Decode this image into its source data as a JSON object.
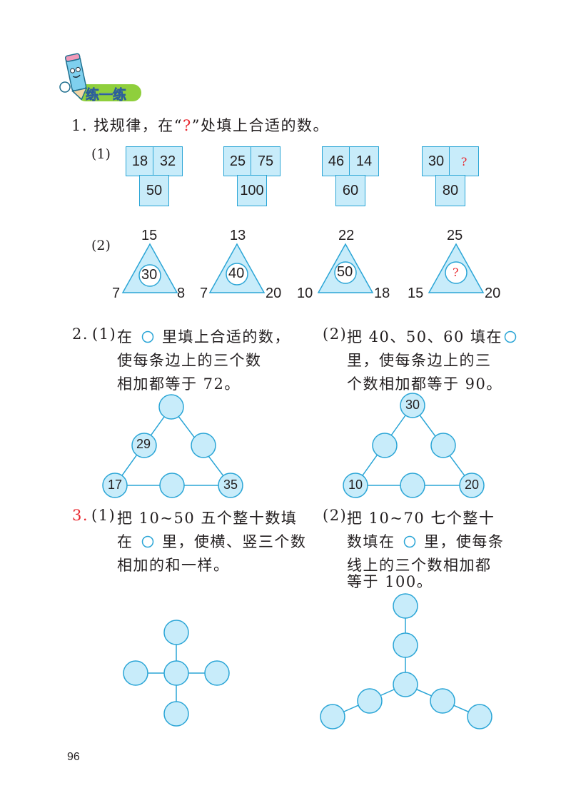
{
  "header": {
    "badge_label": "练一练"
  },
  "q1": {
    "title_pre": "1. 找规律，在“",
    "title_mark": "?",
    "title_post": "”处填上合适的数。",
    "part1_label": "(1)",
    "part2_label": "(2)",
    "boxes": [
      {
        "a": "18",
        "b": "32",
        "c": "50"
      },
      {
        "a": "25",
        "b": "75",
        "c": "100"
      },
      {
        "a": "46",
        "b": "14",
        "c": "60"
      },
      {
        "a": "30",
        "b": "?",
        "c": "80"
      }
    ],
    "triangles": [
      {
        "top": "15",
        "left": "7",
        "right": "8",
        "center": "30"
      },
      {
        "top": "13",
        "left": "7",
        "right": "20",
        "center": "40"
      },
      {
        "top": "22",
        "left": "10",
        "right": "18",
        "center": "50"
      },
      {
        "top": "25",
        "left": "15",
        "right": "20",
        "center": "?"
      }
    ]
  },
  "q2": {
    "num": "2.",
    "p1": {
      "label": "(1)",
      "line1_a": "在",
      "line1_b": "里填上合适的数，",
      "line2": "使每条边上的三个数",
      "line3": "相加都等于 72。",
      "values": {
        "left_mid": "29",
        "bottom_left": "17",
        "bottom_right": "35"
      }
    },
    "p2": {
      "label": "(2)",
      "line1": "把 40、50、60 填在",
      "line2": "里，使每条边上的三",
      "line3": "个数相加都等于 90。",
      "values": {
        "top": "30",
        "bottom_left": "10",
        "bottom_right": "20"
      }
    }
  },
  "q3": {
    "num": "3.",
    "p1": {
      "label": "(1)",
      "line1": "把 10~50 五个整十数填",
      "line2_a": "在",
      "line2_b": "里，使横、竖三个数",
      "line3": "相加的和一样。"
    },
    "p2": {
      "label": "(2)",
      "line1": "把 10~70 七个整十",
      "line2_a": "数填在",
      "line2_b": "里，使每条",
      "line3": "线上的三个数相加都",
      "line4": "等于 100。"
    }
  },
  "footer": {
    "page_number": "96"
  },
  "colors": {
    "fill": "#c8ecfa",
    "stroke": "#2aa5d6",
    "badge": "#8fcf3c",
    "accent_red": "#e8262d"
  }
}
